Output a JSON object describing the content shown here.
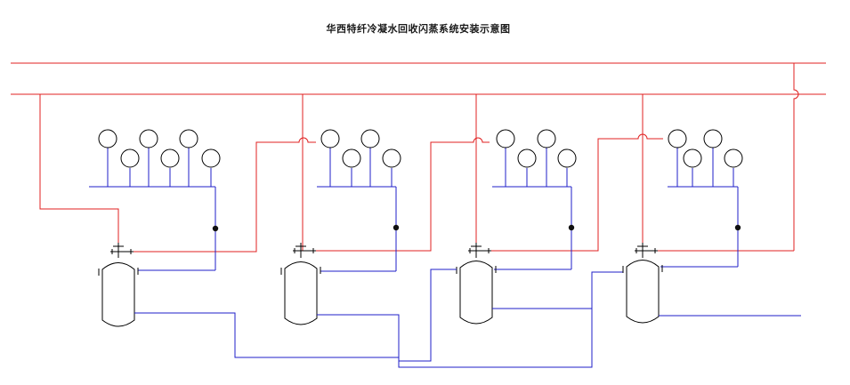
{
  "title": "华西特纤冷凝水回收闪蒸系统安装示意图",
  "colors": {
    "steam_line": "#e02020",
    "condensate_line": "#1f1fc8",
    "equipment": "#000000",
    "background": "#ffffff"
  },
  "units": [
    {
      "name": "unit-1",
      "tank": "flash-tank",
      "consumers": 6,
      "valve": "gate-valve",
      "trap": "steam-trap"
    },
    {
      "name": "unit-2",
      "tank": "flash-tank",
      "consumers": 4,
      "valve": "gate-valve",
      "trap": "steam-trap"
    },
    {
      "name": "unit-3",
      "tank": "flash-tank",
      "consumers": 4,
      "valve": "gate-valve",
      "trap": "steam-trap"
    },
    {
      "name": "unit-4",
      "tank": "flash-tank",
      "consumers": 4,
      "valve": "gate-valve",
      "trap": "steam-trap"
    }
  ]
}
